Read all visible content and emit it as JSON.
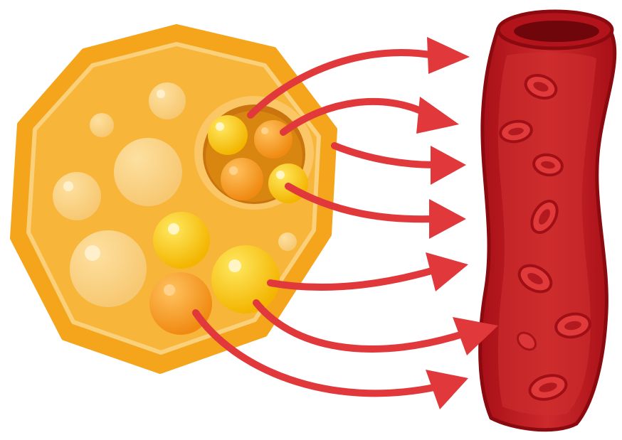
{
  "diagram": {
    "fat_cell": {
      "icon": "adipocyte-icon",
      "outer_color": "#f5a51c",
      "inner_color": "#f7b53a",
      "lipid_droplet_count": 13
    },
    "lipid_cluster": {
      "icon": "lipid-vacuole-icon",
      "droplet_count": 4
    },
    "arrows": {
      "icon": "arrow-right-icon",
      "count": 7,
      "color": "#e0383b"
    },
    "blood_vessel": {
      "icon": "blood-vessel-icon",
      "wall_color": "#b8141c",
      "lumen_color": "#cc2a2c",
      "red_blood_cell_count": 8
    }
  }
}
